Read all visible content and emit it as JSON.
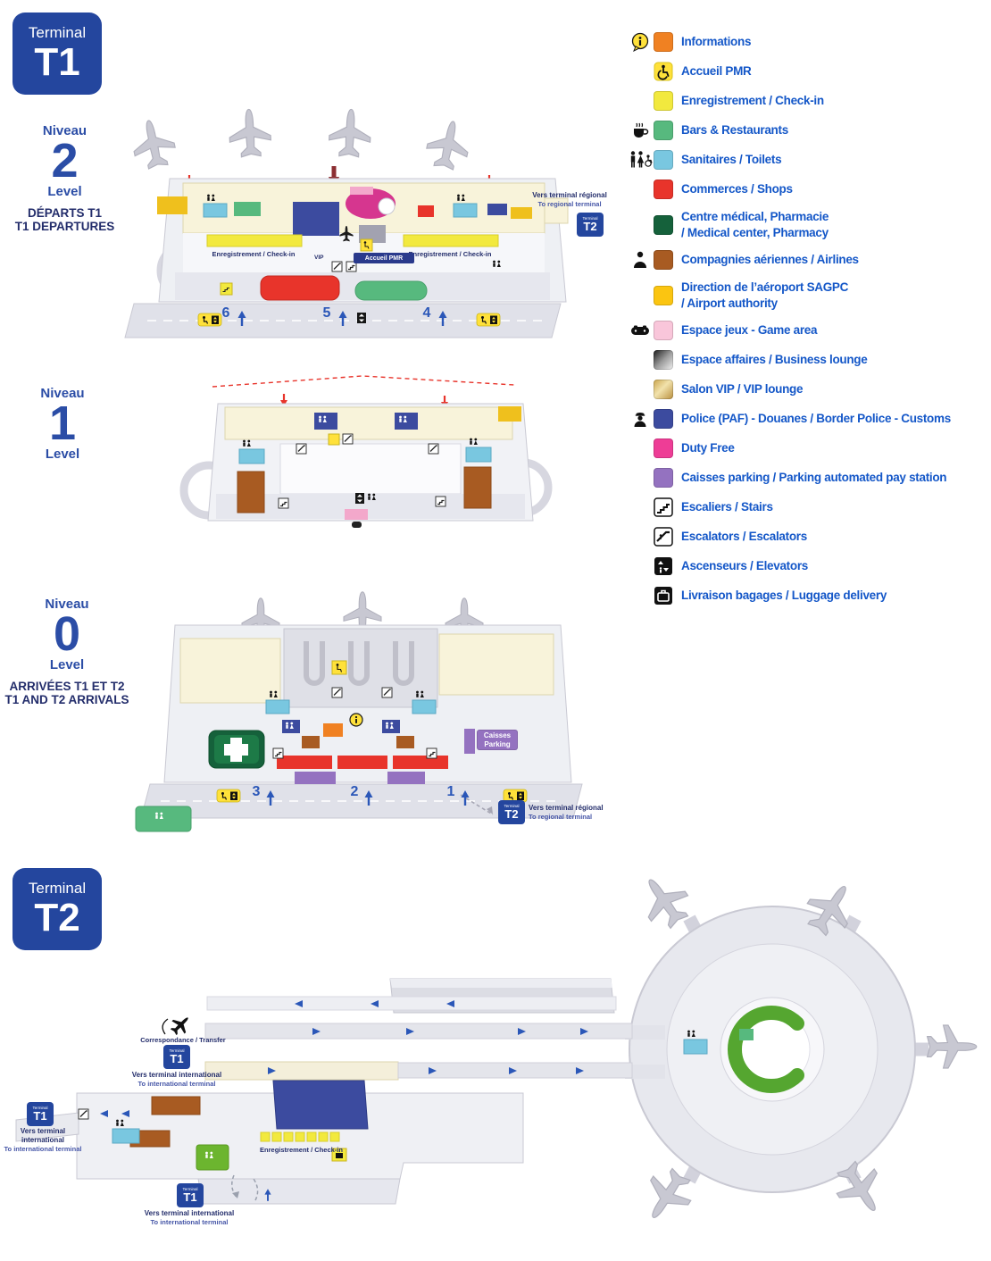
{
  "palette": {
    "badge_blue": "#24469e",
    "legend_text_blue": "#1457c8",
    "map_text_navy": "#232d6b",
    "map_text_blue_en": "#4757a8",
    "gate_blue": "#2b57b8",
    "cream": "#f8f3da",
    "building_gray": "#eff0f4",
    "road_gray": "#e0e1e9"
  },
  "badges": {
    "terminal_label": "Terminal",
    "t1_code": "T1",
    "t2_code": "T2"
  },
  "levels": {
    "level2": {
      "niveau": "Niveau",
      "number": "2",
      "level": "Level",
      "title_fr": "DÉPARTS T1",
      "title_en": "T1 DEPARTURES",
      "checkin_label": "Enregistrement / Check-in",
      "accueil_pmr": "Accueil PMR",
      "vip": "VIP",
      "gates": [
        "6",
        "5",
        "4"
      ],
      "regional_fr": "Vers terminal régional",
      "regional_en": "To regional terminal"
    },
    "level1": {
      "niveau": "Niveau",
      "number": "1",
      "level": "Level"
    },
    "level0": {
      "niveau": "Niveau",
      "number": "0",
      "level": "Level",
      "title_fr": "ARRIVÉES T1 ET T2",
      "title_en": "T1 AND T2 ARRIVALS",
      "caisses_line1": "Caisses",
      "caisses_line2": "Parking",
      "gates": [
        "3",
        "2",
        "1"
      ],
      "regional_fr": "Vers terminal régional",
      "regional_en": "To regional terminal"
    }
  },
  "terminal2": {
    "transfer_label": "Correspondance / Transfer",
    "intl_fr": "Vers terminal international",
    "intl_en": "To international terminal",
    "checkin_label": "Enregistrement / Check-in"
  },
  "legend": {
    "items": [
      {
        "icon": "info-icon",
        "swatch": "#f08122",
        "line1": "Informations"
      },
      {
        "icon": "pmr-icon",
        "line1": "Accueil PMR"
      },
      {
        "swatch": "#f2e93e",
        "line1": "Enregistrement / Check-in"
      },
      {
        "icon": "coffee-icon",
        "swatch": "#57b97e",
        "line1": "Bars & Restaurants"
      },
      {
        "icon": "toilets-icon",
        "swatch": "#79c7e0",
        "line1": "Sanitaires / Toilets"
      },
      {
        "swatch": "#e8342b",
        "line1": "Commerces / Shops"
      },
      {
        "swatch": "#15613b",
        "line1": "Centre médical, Pharmacie",
        "line2": "/ Medical center, Pharmacy"
      },
      {
        "icon": "airline-agent-icon",
        "swatch": "#a85b22",
        "line1": "Compagnies aériennes / Airlines"
      },
      {
        "swatch": "#fbc511",
        "line1": "Direction de l’aéroport SAGPC",
        "line2": "/ Airport authority"
      },
      {
        "icon": "gamepad-icon",
        "swatch": "#f9c6da",
        "line1": "Espace jeux - Game area"
      },
      {
        "swatch": "linear-gradient(135deg,#1a1a1a,#9a9a9a 50%,#f2f2f2)",
        "line1": "Espace affaires / Business lounge"
      },
      {
        "swatch": "linear-gradient(135deg,#c9a44a,#f2e2ac 45%,#b98f3e)",
        "line1": "Salon VIP / VIP lounge"
      },
      {
        "icon": "police-officer-icon",
        "swatch": "#3c4b9f",
        "line1": "Police (PAF) - Douanes / Border Police - Customs"
      },
      {
        "swatch": "#ee3d96",
        "line1": "Duty Free"
      },
      {
        "swatch": "#9472c0",
        "line1": "Caisses parking / Parking automated pay station"
      },
      {
        "icon": "stairs-icon",
        "line1": "Escaliers / Stairs"
      },
      {
        "icon": "escalator-icon",
        "line1": "Escalators / Escalators"
      },
      {
        "icon": "elevator-icon",
        "line1": "Ascenseurs / Elevators"
      },
      {
        "icon": "luggage-icon",
        "line1": "Livraison bagages / Luggage delivery"
      }
    ]
  }
}
